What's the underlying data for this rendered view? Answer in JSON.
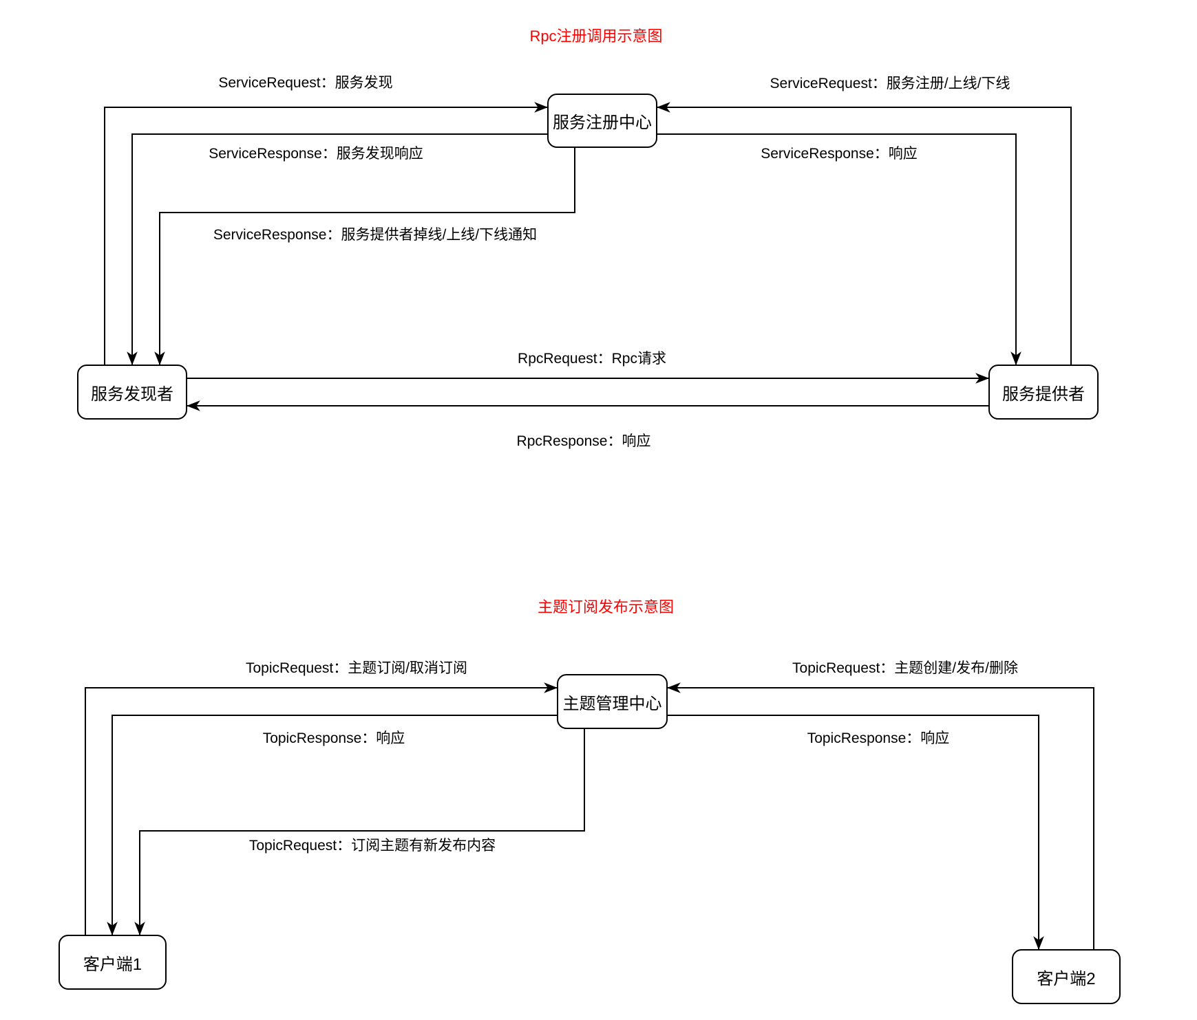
{
  "colors": {
    "title": "#FF0000",
    "line": "#000000",
    "background": "#FFFFFF"
  },
  "diagram1": {
    "title": "Rpc注册调用示意图",
    "nodes": {
      "registry": "服务注册中心",
      "discoverer": "服务发现者",
      "provider": "服务提供者"
    },
    "edge_labels": {
      "service_request_discovery": "ServiceRequest：服务发现",
      "service_request_register": "ServiceRequest：服务注册/上线/下线",
      "service_response_discovery": "ServiceResponse：服务发现响应",
      "service_response_ack": "ServiceResponse：响应",
      "service_response_notify": "ServiceResponse：服务提供者掉线/上线/下线通知",
      "rpc_request": "RpcRequest：Rpc请求",
      "rpc_response": "RpcResponse：响应"
    }
  },
  "diagram2": {
    "title": "主题订阅发布示意图",
    "nodes": {
      "topic_center": "主题管理中心",
      "client1": "客户端1",
      "client2": "客户端2"
    },
    "edge_labels": {
      "topic_request_subscribe": "TopicRequest：主题订阅/取消订阅",
      "topic_request_manage": "TopicRequest：主题创建/发布/删除",
      "topic_response_left": "TopicResponse：响应",
      "topic_response_right": "TopicResponse：响应",
      "topic_request_push": "TopicRequest：订阅主题有新发布内容"
    }
  }
}
